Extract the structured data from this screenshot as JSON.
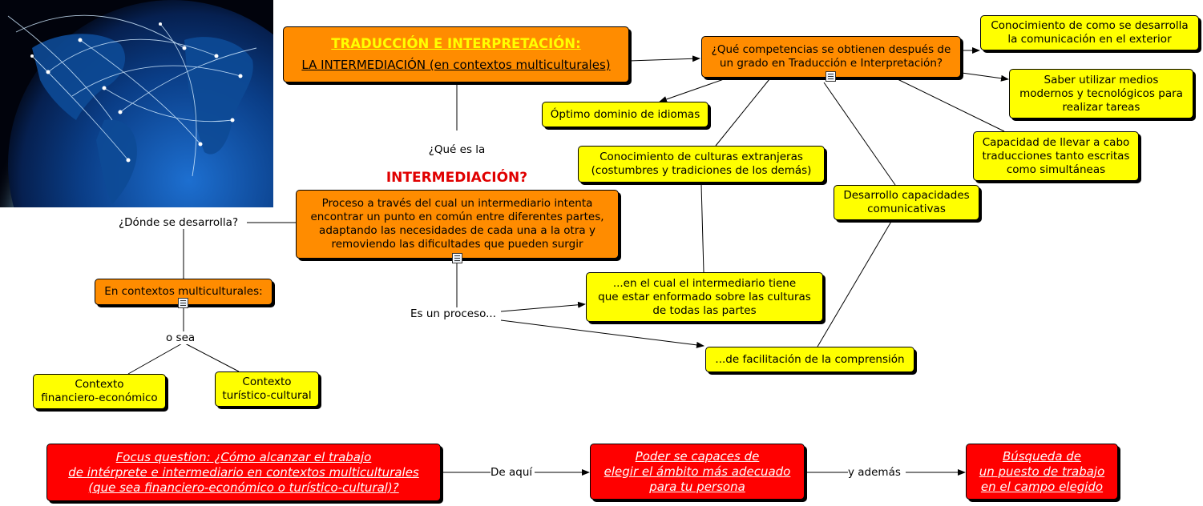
{
  "image": {
    "subject": "globe-network-picture",
    "colors": {
      "space": "#01030c",
      "glow": "#4fb6ff",
      "land": "#0b3a78"
    }
  },
  "colors": {
    "orange": "#ff8c00",
    "yellow": "#ffff00",
    "red": "#ff0000",
    "title_text": "#ffff00",
    "accent_text": "#e00000"
  },
  "main": {
    "title": "TRADUCCIÓN E INTERPRETACIÓN:",
    "subtitle": "LA INTERMEDIACIÓN (en contextos multiculturales)"
  },
  "question": {
    "line1": "¿Qué es la",
    "line2": "INTERMEDIACIÓN?"
  },
  "definition": "Proceso a través del cual un intermediario intenta\nencontrar un punto en común entre diferentes partes,\nadaptando las necesidades de cada una a la otra y\nremoviendo las dificultades que pueden surgir",
  "where_label": "¿Dónde se desarrolla?",
  "contexts": {
    "node": "En contextos multiculturales:",
    "o_sea": "o sea",
    "financiero": "Contexto\nfinanciero-económico",
    "turistico": "Contexto\nturístico-cultural"
  },
  "process": {
    "label": "Es un proceso...",
    "informed": "...en el cual el intermediario tiene\nque estar enformado sobre las culturas\nde todas las partes",
    "understanding": "...de facilitación de la comprensión"
  },
  "competences": {
    "question": "¿Qué competencias se obtienen después de\nun grado en Traducción e Interpretación?",
    "idiomas": "Óptimo dominio de idiomas",
    "culturas": "Conocimiento de culturas extranjeras\n(costumbres y tradiciones de los demás)",
    "comunicacion": "Conocimiento de como se desarrolla\nla comunicación en el exterior",
    "medios": "Saber utilizar medios\nmodernos y tecnológicos para\nrealizar tareas",
    "traducciones": "Capacidad de llevar a cabo\ntraducciones tanto escritas\ncomo simultáneas",
    "capacidades": "Desarrollo capacidades\ncomunicativas"
  },
  "focus": {
    "question": "Focus question: ¿Cómo alcanzar el trabajo\nde intérprete e intermediario en contextos multiculturales\n(que sea financiero-económico o turístico-cultural)?",
    "link1": "De aquí",
    "step1": "Poder se capaces de\nelegir el ámbito más adecuado\npara tu persona",
    "link2": "y además",
    "step2": "Búsqueda de\nun puesto de trabajo\nen el campo elegido"
  }
}
